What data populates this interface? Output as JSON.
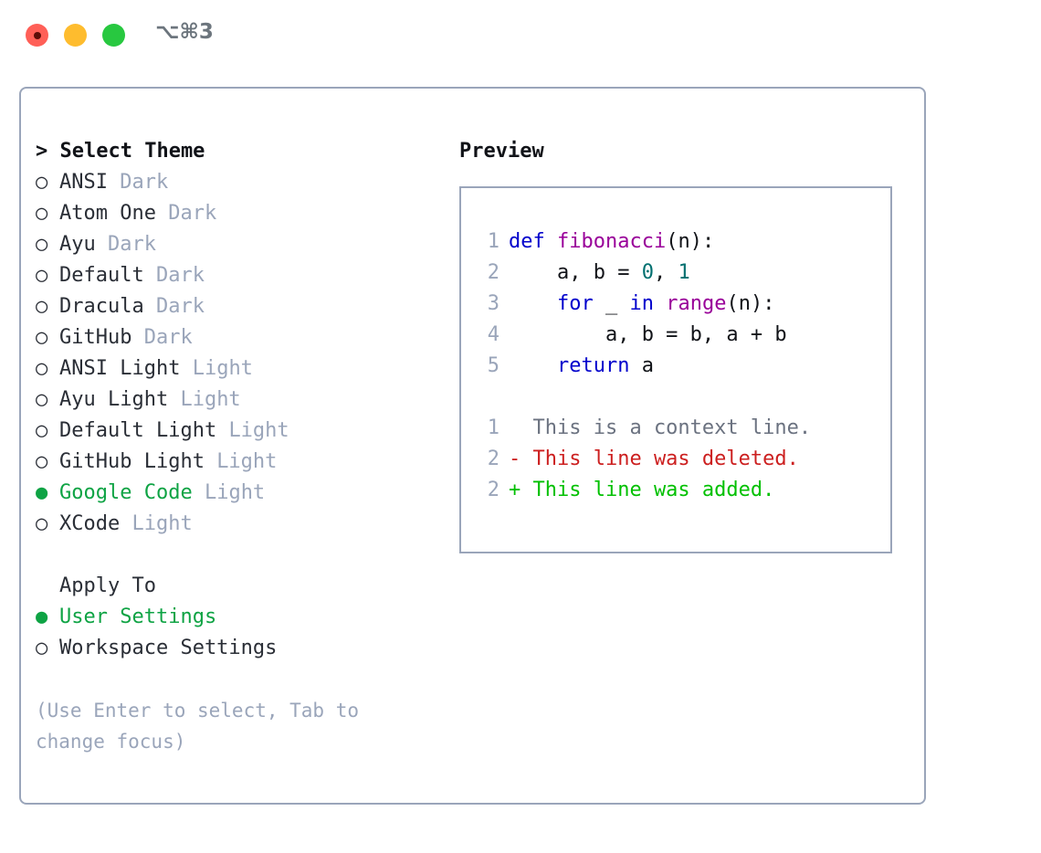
{
  "titlebar": {
    "shortcut": "⌥⌘3",
    "lights": [
      {
        "name": "close",
        "color": "#ff5f57"
      },
      {
        "name": "minimize",
        "color": "#febc2e"
      },
      {
        "name": "maximize",
        "color": "#28c840"
      }
    ]
  },
  "theme_picker": {
    "heading": "> Select Theme",
    "selected_marker": "●",
    "unselected_marker": "○",
    "selected_color": "#0ea344",
    "variant_color": "#9aa5ba",
    "options": [
      {
        "name": "ANSI",
        "variant": "Dark",
        "selected": false
      },
      {
        "name": "Atom One",
        "variant": "Dark",
        "selected": false
      },
      {
        "name": "Ayu",
        "variant": "Dark",
        "selected": false
      },
      {
        "name": "Default",
        "variant": "Dark",
        "selected": false
      },
      {
        "name": "Dracula",
        "variant": "Dark",
        "selected": false
      },
      {
        "name": "GitHub",
        "variant": "Dark",
        "selected": false
      },
      {
        "name": "ANSI Light",
        "variant": "Light",
        "selected": false
      },
      {
        "name": "Ayu Light",
        "variant": "Light",
        "selected": false
      },
      {
        "name": "Default Light",
        "variant": "Light",
        "selected": false
      },
      {
        "name": "GitHub Light",
        "variant": "Light",
        "selected": false
      },
      {
        "name": "Google Code",
        "variant": "Light",
        "selected": true
      },
      {
        "name": "XCode",
        "variant": "Light",
        "selected": false
      }
    ]
  },
  "apply_to": {
    "heading": "Apply To",
    "options": [
      {
        "name": "User Settings",
        "selected": true
      },
      {
        "name": "Workspace Settings",
        "selected": false
      }
    ]
  },
  "hint": "(Use Enter to select, Tab to change focus)",
  "preview": {
    "title": "Preview",
    "code_lines": [
      {
        "no": "1",
        "tokens": [
          {
            "t": "def",
            "c": "kw"
          },
          {
            "t": " ",
            "c": "pl"
          },
          {
            "t": "fibonacci",
            "c": "fn"
          },
          {
            "t": "(n):",
            "c": "pl"
          }
        ]
      },
      {
        "no": "2",
        "tokens": [
          {
            "t": "    a, b = ",
            "c": "pl"
          },
          {
            "t": "0",
            "c": "num"
          },
          {
            "t": ", ",
            "c": "pl"
          },
          {
            "t": "1",
            "c": "num"
          }
        ]
      },
      {
        "no": "3",
        "tokens": [
          {
            "t": "    ",
            "c": "pl"
          },
          {
            "t": "for",
            "c": "kw"
          },
          {
            "t": " _ ",
            "c": "pl"
          },
          {
            "t": "in",
            "c": "kw"
          },
          {
            "t": " ",
            "c": "pl"
          },
          {
            "t": "range",
            "c": "fn"
          },
          {
            "t": "(n):",
            "c": "pl"
          }
        ]
      },
      {
        "no": "4",
        "tokens": [
          {
            "t": "        a, b = b, a + b",
            "c": "pl"
          }
        ]
      },
      {
        "no": "5",
        "tokens": [
          {
            "t": "    ",
            "c": "pl"
          },
          {
            "t": "return",
            "c": "kw"
          },
          {
            "t": " a",
            "c": "pl"
          }
        ]
      }
    ],
    "diff_lines": [
      {
        "no": "1",
        "sign": "  ",
        "text": "This is a context line.",
        "cls": "ctx"
      },
      {
        "no": "2",
        "sign": "- ",
        "text": "This line was deleted.",
        "cls": "del"
      },
      {
        "no": "2",
        "sign": "+ ",
        "text": "This line was added.",
        "cls": "add"
      }
    ]
  }
}
